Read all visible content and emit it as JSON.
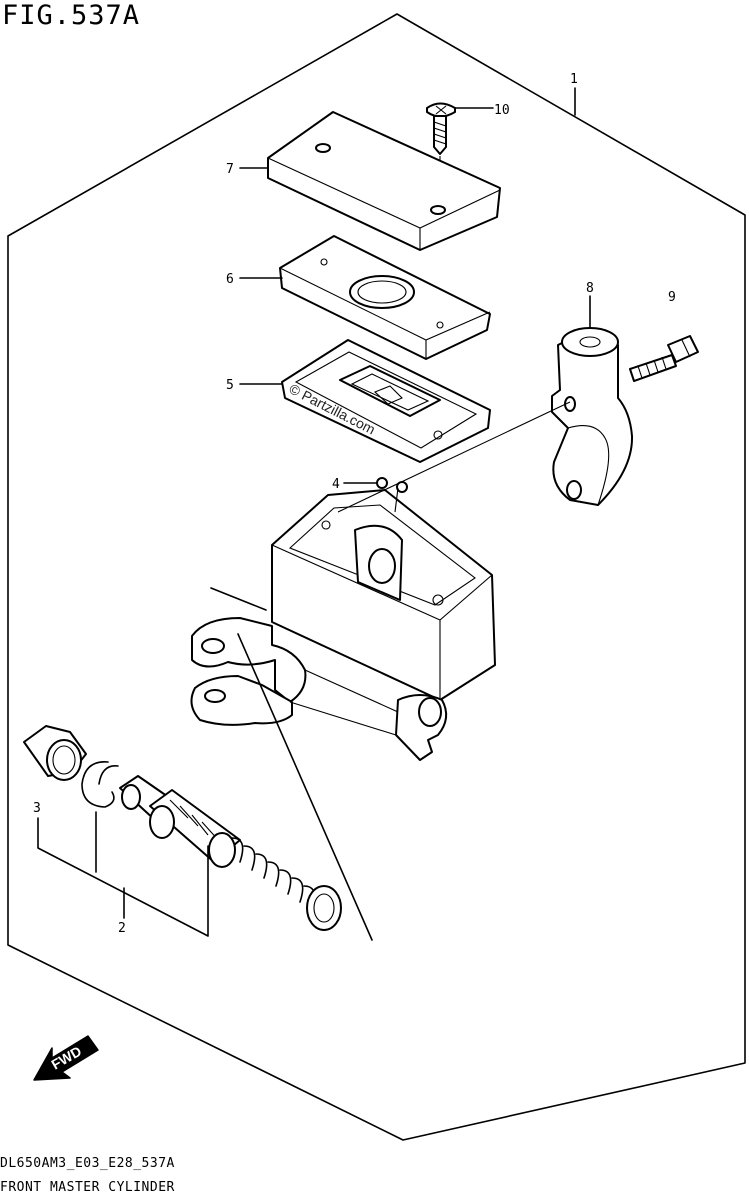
{
  "figure": {
    "title": "FIG.537A",
    "code": "DL650AM3_E03_E28_537A",
    "name": "FRONT MASTER CYLINDER"
  },
  "callouts": [
    "1",
    "2",
    "3",
    "4",
    "5",
    "6",
    "7",
    "8",
    "9",
    "10"
  ],
  "watermark": "© Partzilla.com",
  "direction_badge": "FWD"
}
